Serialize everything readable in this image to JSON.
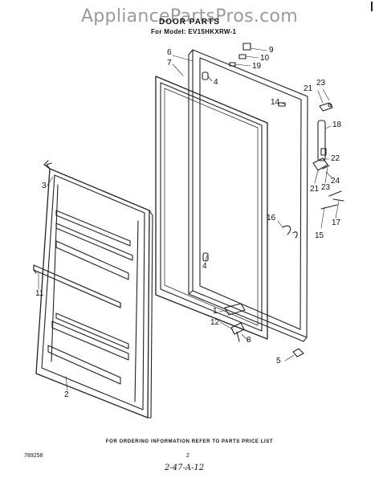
{
  "header": {
    "watermark": "AppliancePartsPros.com",
    "title": "DOOR PARTS",
    "model": "For Model: EV15HKXRW-1"
  },
  "callouts": {
    "c9": "9",
    "c10": "10",
    "c19": "19",
    "c6": "6",
    "c7": "7",
    "c4a": "4",
    "c21a": "21",
    "c23a": "23",
    "c14": "14",
    "c18": "18",
    "c3": "3",
    "c22": "22",
    "c24": "24",
    "c21b": "21",
    "c23b": "23",
    "c16": "16",
    "c17": "17",
    "c15": "15",
    "c4b": "4",
    "c11": "11",
    "c1": "1",
    "c12": "12",
    "c8": "8",
    "c5": "5",
    "c2": "2"
  },
  "footer": {
    "ordering_note": "FOR ORDERING INFORMATION REFER TO PARTS PRICE LIST",
    "doc_number": "789258",
    "page_number": "2",
    "hand_note": "2-47-A-12"
  }
}
